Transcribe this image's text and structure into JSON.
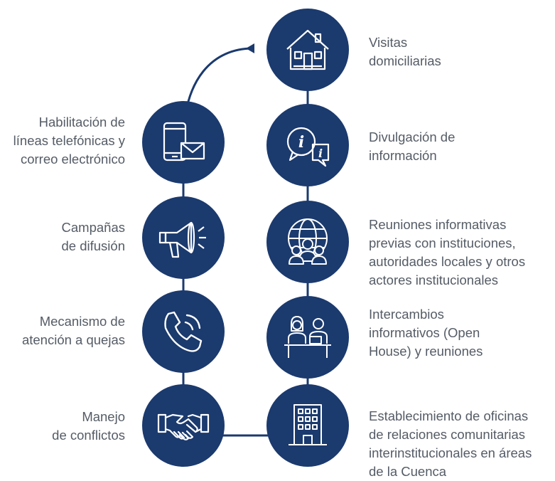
{
  "colors": {
    "circle": "#1b3a6e",
    "line": "#1b3a6e",
    "text": "#555c66",
    "icon_stroke": "#ffffff"
  },
  "right_column": [
    {
      "label": "Visitas\ndomiciliarias",
      "icon": "house-icon"
    },
    {
      "label": "Divulgación de\ninformación",
      "icon": "info-chat-icon"
    },
    {
      "label": "Reuniones informativas\nprevias con instituciones,\nautoridades locales y otros\nactores institucionales",
      "icon": "globe-people-icon"
    },
    {
      "label": "Intercambios\ninformativos (Open\nHouse) y reuniones",
      "icon": "meeting-desk-icon"
    },
    {
      "label": "Establecimiento de oficinas\nde relaciones comunitarias\ninterinstitucionales en áreas\nde la Cuenca",
      "icon": "office-building-icon"
    }
  ],
  "left_column": [
    {
      "label": "Habilitación de\nlíneas telefónicas y\ncorreo electrónico",
      "icon": "phone-mail-icon"
    },
    {
      "label": "Campañas\nde difusión",
      "icon": "megaphone-icon"
    },
    {
      "label": "Mecanismo de\natención a quejas",
      "icon": "phone-call-icon"
    },
    {
      "label": "Manejo\nde conflictos",
      "icon": "handshake-icon"
    }
  ]
}
